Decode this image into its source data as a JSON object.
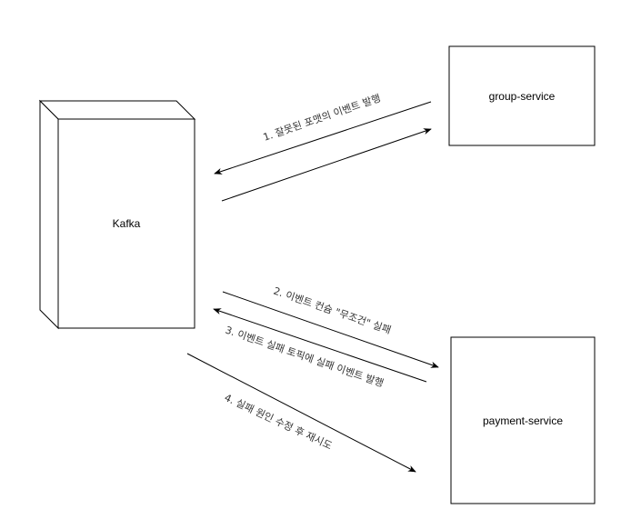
{
  "nodes": {
    "kafka": {
      "label": "Kafka"
    },
    "group_service": {
      "label": "group-service"
    },
    "payment_service": {
      "label": "payment-service"
    }
  },
  "edges": [
    {
      "label": "1. 잘못된 포맷의 이벤트 발행"
    },
    {
      "label": "2. 이벤트 컨슘 \"무조건\" 실패"
    },
    {
      "label": "3. 이벤트 실패 토픽에 실패 이벤트 발행"
    },
    {
      "label": "4. 실패 원인 수정 후 재시도"
    }
  ],
  "colors": {
    "stroke": "#000000",
    "background": "#ffffff",
    "label_text": "#333333"
  }
}
